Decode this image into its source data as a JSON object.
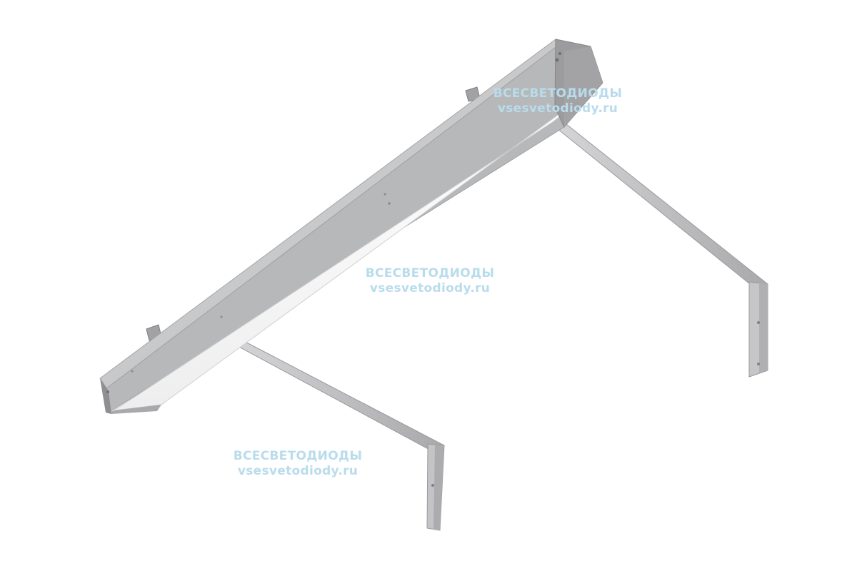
{
  "image": {
    "background_color": "#ffffff",
    "subject": "linear LED luminaire on wall brackets",
    "colors": {
      "housing_top": "#c9c9cb",
      "housing_side": "#b3b4b6",
      "end_cap": "#9c9c9e",
      "diffuser": "#ffffff",
      "bracket": "#c4c4c6",
      "bracket_shade": "#a8a8aa"
    }
  },
  "watermarks": [
    {
      "line1": "ВСЕСВЕТОДИОДЫ",
      "line2": "vsesvetodiody.ru"
    },
    {
      "line1": "ВСЕСВЕТОДИОДЫ",
      "line2": "vsesvetodiody.ru"
    },
    {
      "line1": "ВСЕСВЕТОДИОДЫ",
      "line2": "vsesvetodiody.ru"
    }
  ]
}
